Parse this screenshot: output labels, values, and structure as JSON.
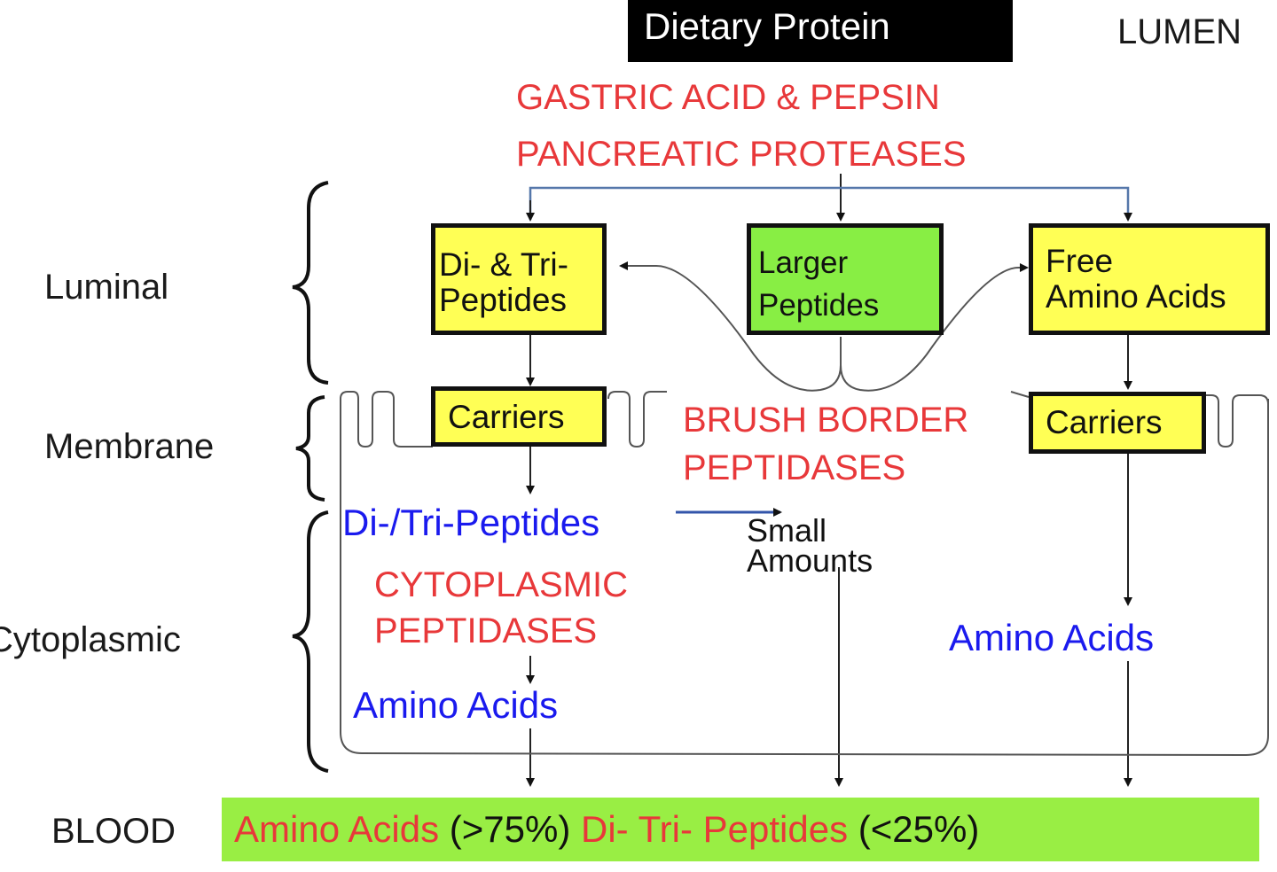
{
  "header": {
    "title": "Dietary Protein",
    "lumen_label": "LUMEN"
  },
  "enzymes": {
    "gastric": "GASTRIC ACID & PEPSIN",
    "pancreatic": "PANCREATIC PROTEASES"
  },
  "layers": {
    "luminal": "Luminal",
    "membrane": "Membrane",
    "cytoplasmic": "Cytoplasmic"
  },
  "boxes": {
    "di_tri": [
      "Di- & Tri-",
      "Peptides"
    ],
    "larger": [
      "Larger",
      "Peptides"
    ],
    "free_aa": [
      "Free",
      "Amino Acids"
    ],
    "carriers_left": "Carriers",
    "carriers_right": "Carriers"
  },
  "brush_border": [
    "BRUSH BORDER",
    "PEPTIDASES"
  ],
  "cytoplasm": {
    "di_tri_peptides": "Di-/Tri-Peptides",
    "small_amounts": [
      "Small",
      "Amounts"
    ],
    "cyto_peptidases": [
      "CYTOPLASMIC",
      "PEPTIDASES"
    ],
    "amino_acids_left": "Amino Acids",
    "amino_acids_right": "Amino Acids"
  },
  "blood": {
    "label": "BLOOD",
    "aa": "Amino Acids",
    "aa_pct": "(>75%)",
    "peptides": "Di- Tri- Peptides",
    "peptides_pct": "(<25%)"
  },
  "colors": {
    "enzyme_red": "#e8383a",
    "product_blue": "#1a1aee",
    "box_yellow": "#ffff55",
    "box_green": "#88ee44",
    "blood_bar_green": "#99ee44"
  }
}
